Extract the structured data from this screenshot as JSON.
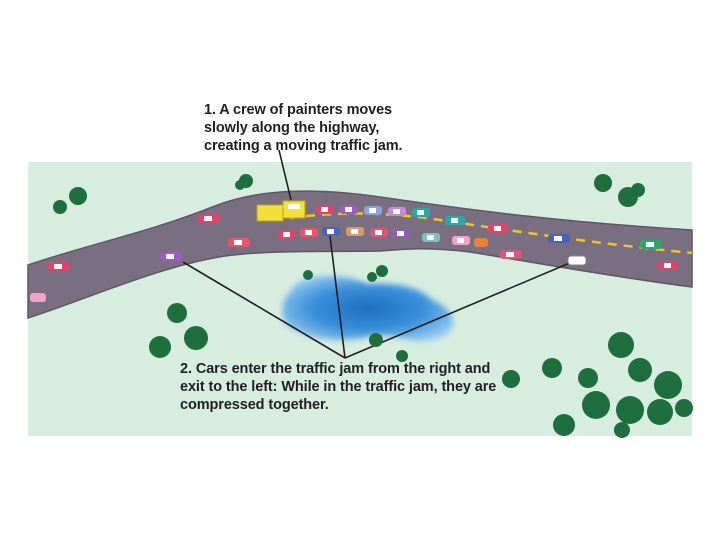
{
  "captions": {
    "step1": [
      "1. A crew of painters moves",
      "slowly along the highway,",
      "creating a moving traffic jam."
    ],
    "step2": [
      "2. Cars enter the traffic jam from the right and",
      "exit to the left: While in the traffic jam, they are",
      "compressed together."
    ]
  },
  "colors": {
    "grass": "#d6ede0",
    "road": "#7a6f80",
    "lane_marking": "#f2c428",
    "pond": "#3a8fd9",
    "trees": "#1f6e3e",
    "painter_truck": "#f3e03a",
    "text": "#231f20"
  },
  "icons": [
    "painter-truck-icon",
    "car-icon",
    "tree-icon",
    "pond-icon"
  ]
}
